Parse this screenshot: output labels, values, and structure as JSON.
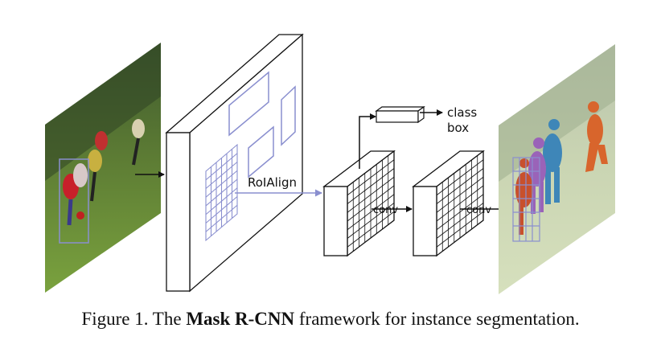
{
  "diagram": {
    "labels": {
      "roialign": "RoIAlign",
      "conv_1": "conv",
      "conv_2": "conv",
      "class": "class",
      "box": "box"
    },
    "colors": {
      "roi_arrow": "#8a8fcf",
      "grid_blue": "#8a8fcf",
      "mask_purple": "#9a63b8",
      "mask_blue": "#3e86b8",
      "mask_orange": "#d8652c",
      "mask_red": "#c8502c"
    }
  },
  "caption": {
    "prefix": "Figure 1. The ",
    "bold": "Mask R-CNN",
    "suffix": " framework for instance segmentation."
  }
}
